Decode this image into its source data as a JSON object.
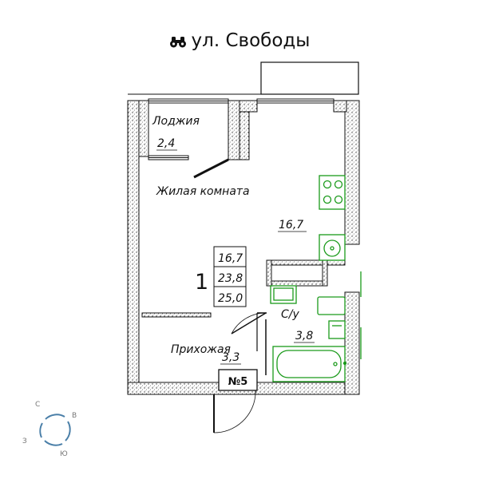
{
  "header": {
    "street": "ул. Свободы",
    "icon": "binoculars-icon"
  },
  "rooms": {
    "loggia": {
      "name": "Лоджия",
      "area": "2,4"
    },
    "living": {
      "name": "Жилая комната",
      "area": "16,7"
    },
    "bathroom": {
      "name": "С/у",
      "area": "3,8"
    },
    "hallway": {
      "name": "Прихожая",
      "area": "3,3"
    }
  },
  "apartment": {
    "number": "1",
    "areas": [
      "16,7",
      "23,8",
      "25,0"
    ],
    "entrance_label": "№5"
  },
  "compass": {
    "north": "С",
    "east": "В",
    "south": "Ю",
    "west": "З"
  },
  "colors": {
    "fixtures": "#1a9a1a",
    "walls": "#000000"
  }
}
